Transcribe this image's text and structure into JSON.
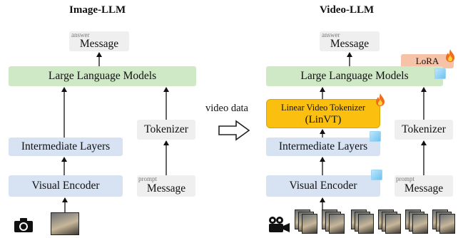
{
  "left": {
    "title": "Image-LLM",
    "answer_tag": "answer",
    "answer_label": "Message",
    "llm_label": "Large Language Models",
    "tokenizer_label": "Tokenizer",
    "intermediate_label": "Intermediate Layers",
    "encoder_label": "Visual Encoder",
    "prompt_tag": "prompt",
    "prompt_label": "Message"
  },
  "middle": {
    "label": "video data"
  },
  "right": {
    "title": "Video-LLM",
    "answer_tag": "answer",
    "answer_label": "Message",
    "lora_label": "LoRA",
    "llm_label": "Large Language Models",
    "linvt_line1": "Linear Video Tokenizer",
    "linvt_line2": "(LinVT)",
    "tokenizer_label": "Tokenizer",
    "intermediate_label": "Intermediate Layers",
    "encoder_label": "Visual Encoder",
    "prompt_tag": "prompt",
    "prompt_label": "Message"
  },
  "colors": {
    "llm": "#cfe8c6",
    "encoder": "#d7e2f3",
    "message": "#efefef",
    "linvt": "#fbbf10",
    "lora": "#f6c3a8"
  },
  "icons": [
    "camera-icon",
    "video-camera-icon",
    "fire-icon",
    "ice-cube-icon",
    "hollow-right-arrow-icon"
  ]
}
